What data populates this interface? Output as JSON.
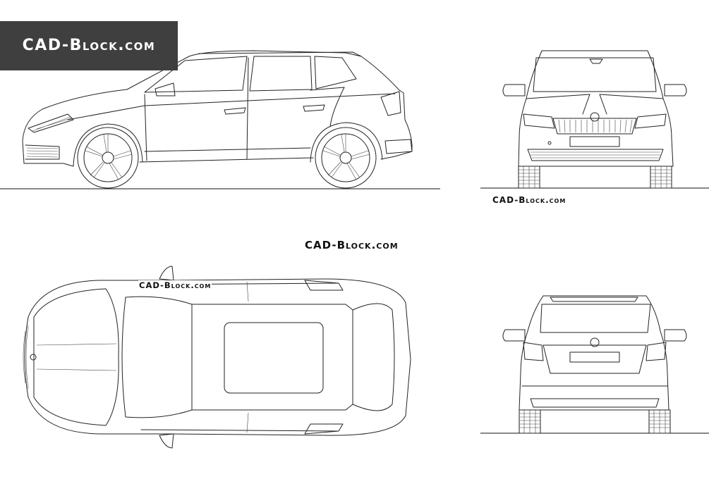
{
  "brand": {
    "logo_text": "CAD-Block.com"
  },
  "watermarks": {
    "front_view": "CAD-Block.com",
    "middle": "CAD-Block.com",
    "top_view": "CAD-Block.com"
  },
  "colors": {
    "logo_background": "#3f3f3f",
    "logo_text": "#ffffff",
    "line": "#222222",
    "background": "#ffffff"
  }
}
